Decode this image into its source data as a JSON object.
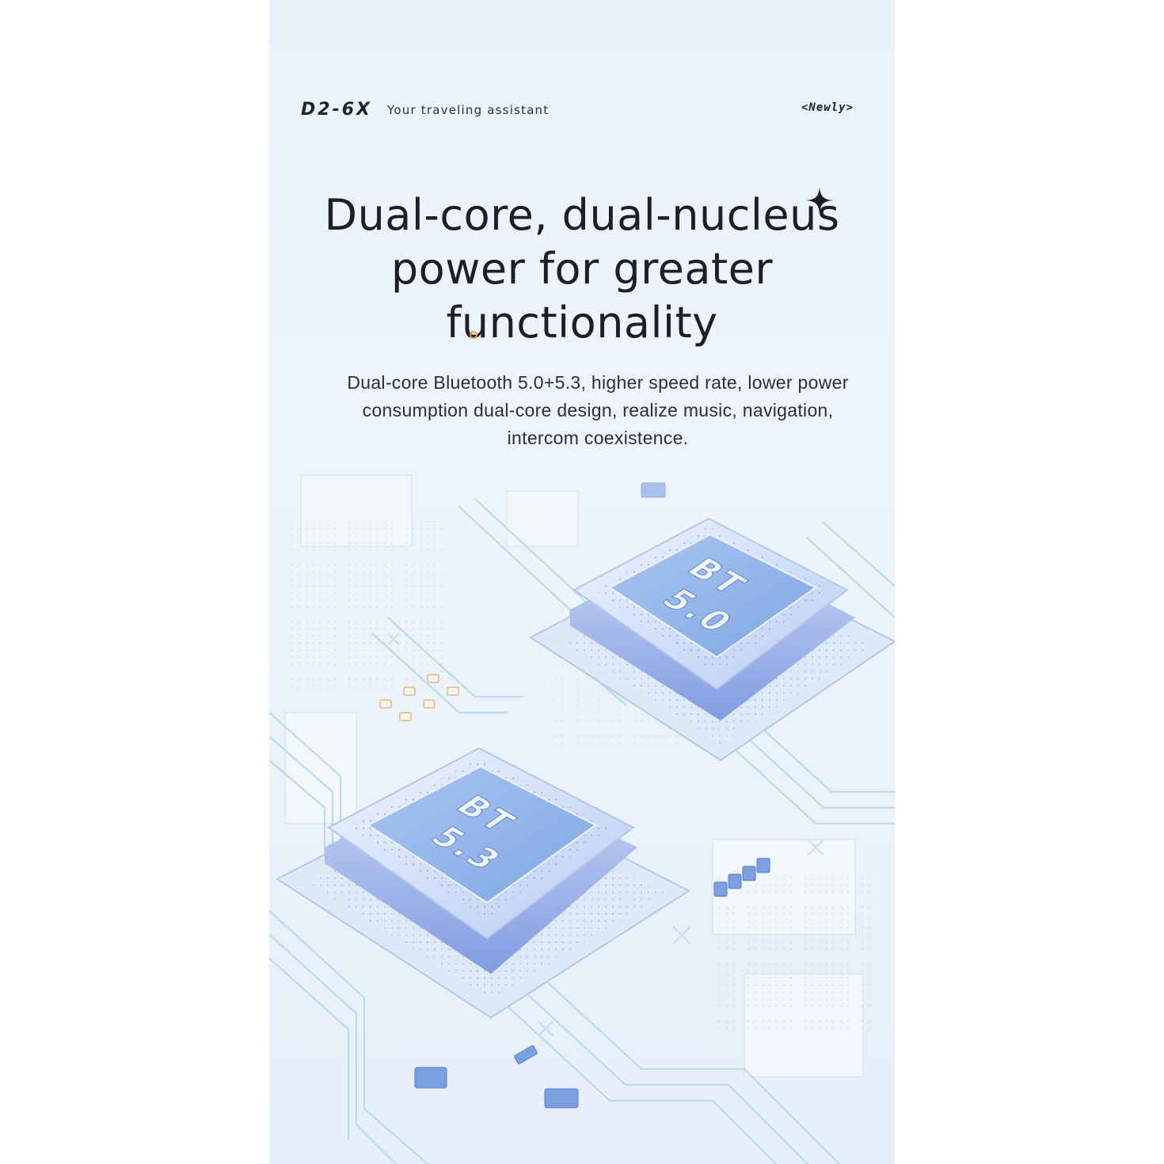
{
  "header": {
    "model": "D2-6X",
    "tagline": "Your traveling assistant",
    "badge": "<Newly>"
  },
  "headline": {
    "lines": [
      "Dual-core, dual-nucleus",
      "power for greater",
      "functionality"
    ]
  },
  "description": {
    "lines": [
      "Dual-core Bluetooth 5.0+5.3, higher speed rate, lower power",
      "consumption dual-core design, realize music, navigation,",
      "intercom coexistence."
    ]
  },
  "chips": [
    {
      "line1": "BT",
      "line2": "5.0"
    },
    {
      "line1": "BT",
      "line2": "5.3"
    }
  ],
  "colors": {
    "accent": "#e89a2e",
    "chip_blue": "#6f8fd6",
    "trace": "#bcd9ee"
  }
}
